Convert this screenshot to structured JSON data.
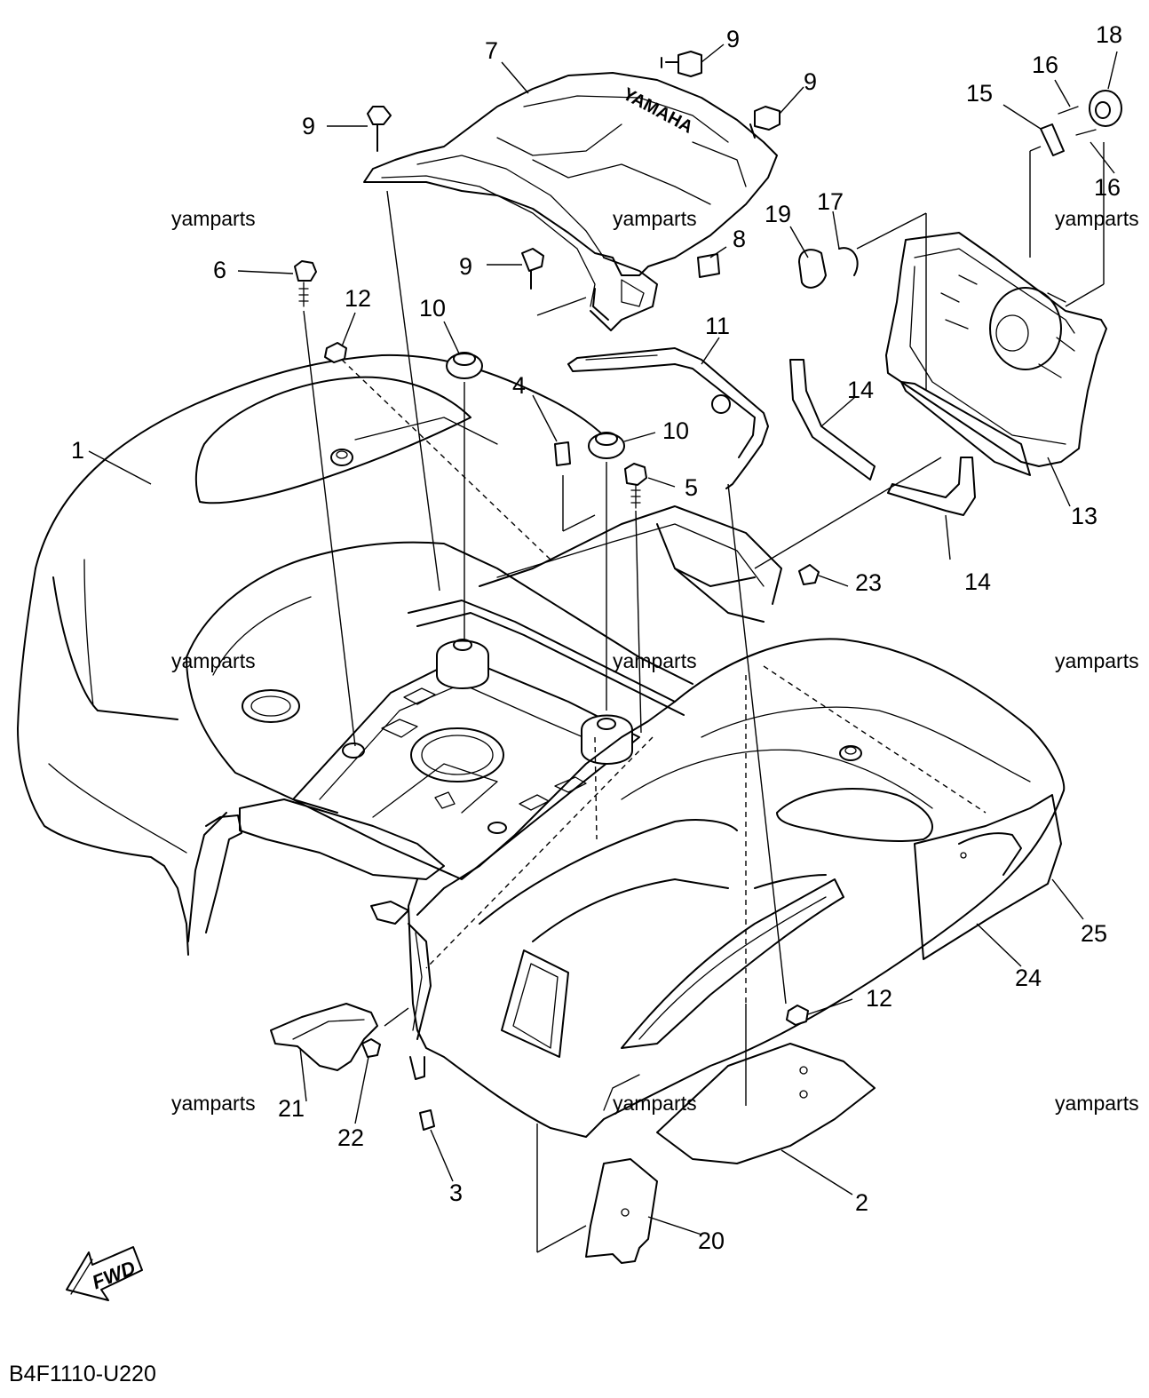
{
  "diagram": {
    "code": "B4F1110-U220",
    "fwd_label": "FWD",
    "brand_mark": "YAMAHA",
    "watermark_text": "yamparts",
    "callouts": [
      "1",
      "2",
      "3",
      "4",
      "5",
      "6",
      "7",
      "8",
      "9",
      "9",
      "9",
      "9",
      "10",
      "10",
      "11",
      "12",
      "12",
      "13",
      "14",
      "14",
      "15",
      "16",
      "16",
      "17",
      "18",
      "19",
      "20",
      "21",
      "22",
      "23",
      "24",
      "25"
    ]
  }
}
